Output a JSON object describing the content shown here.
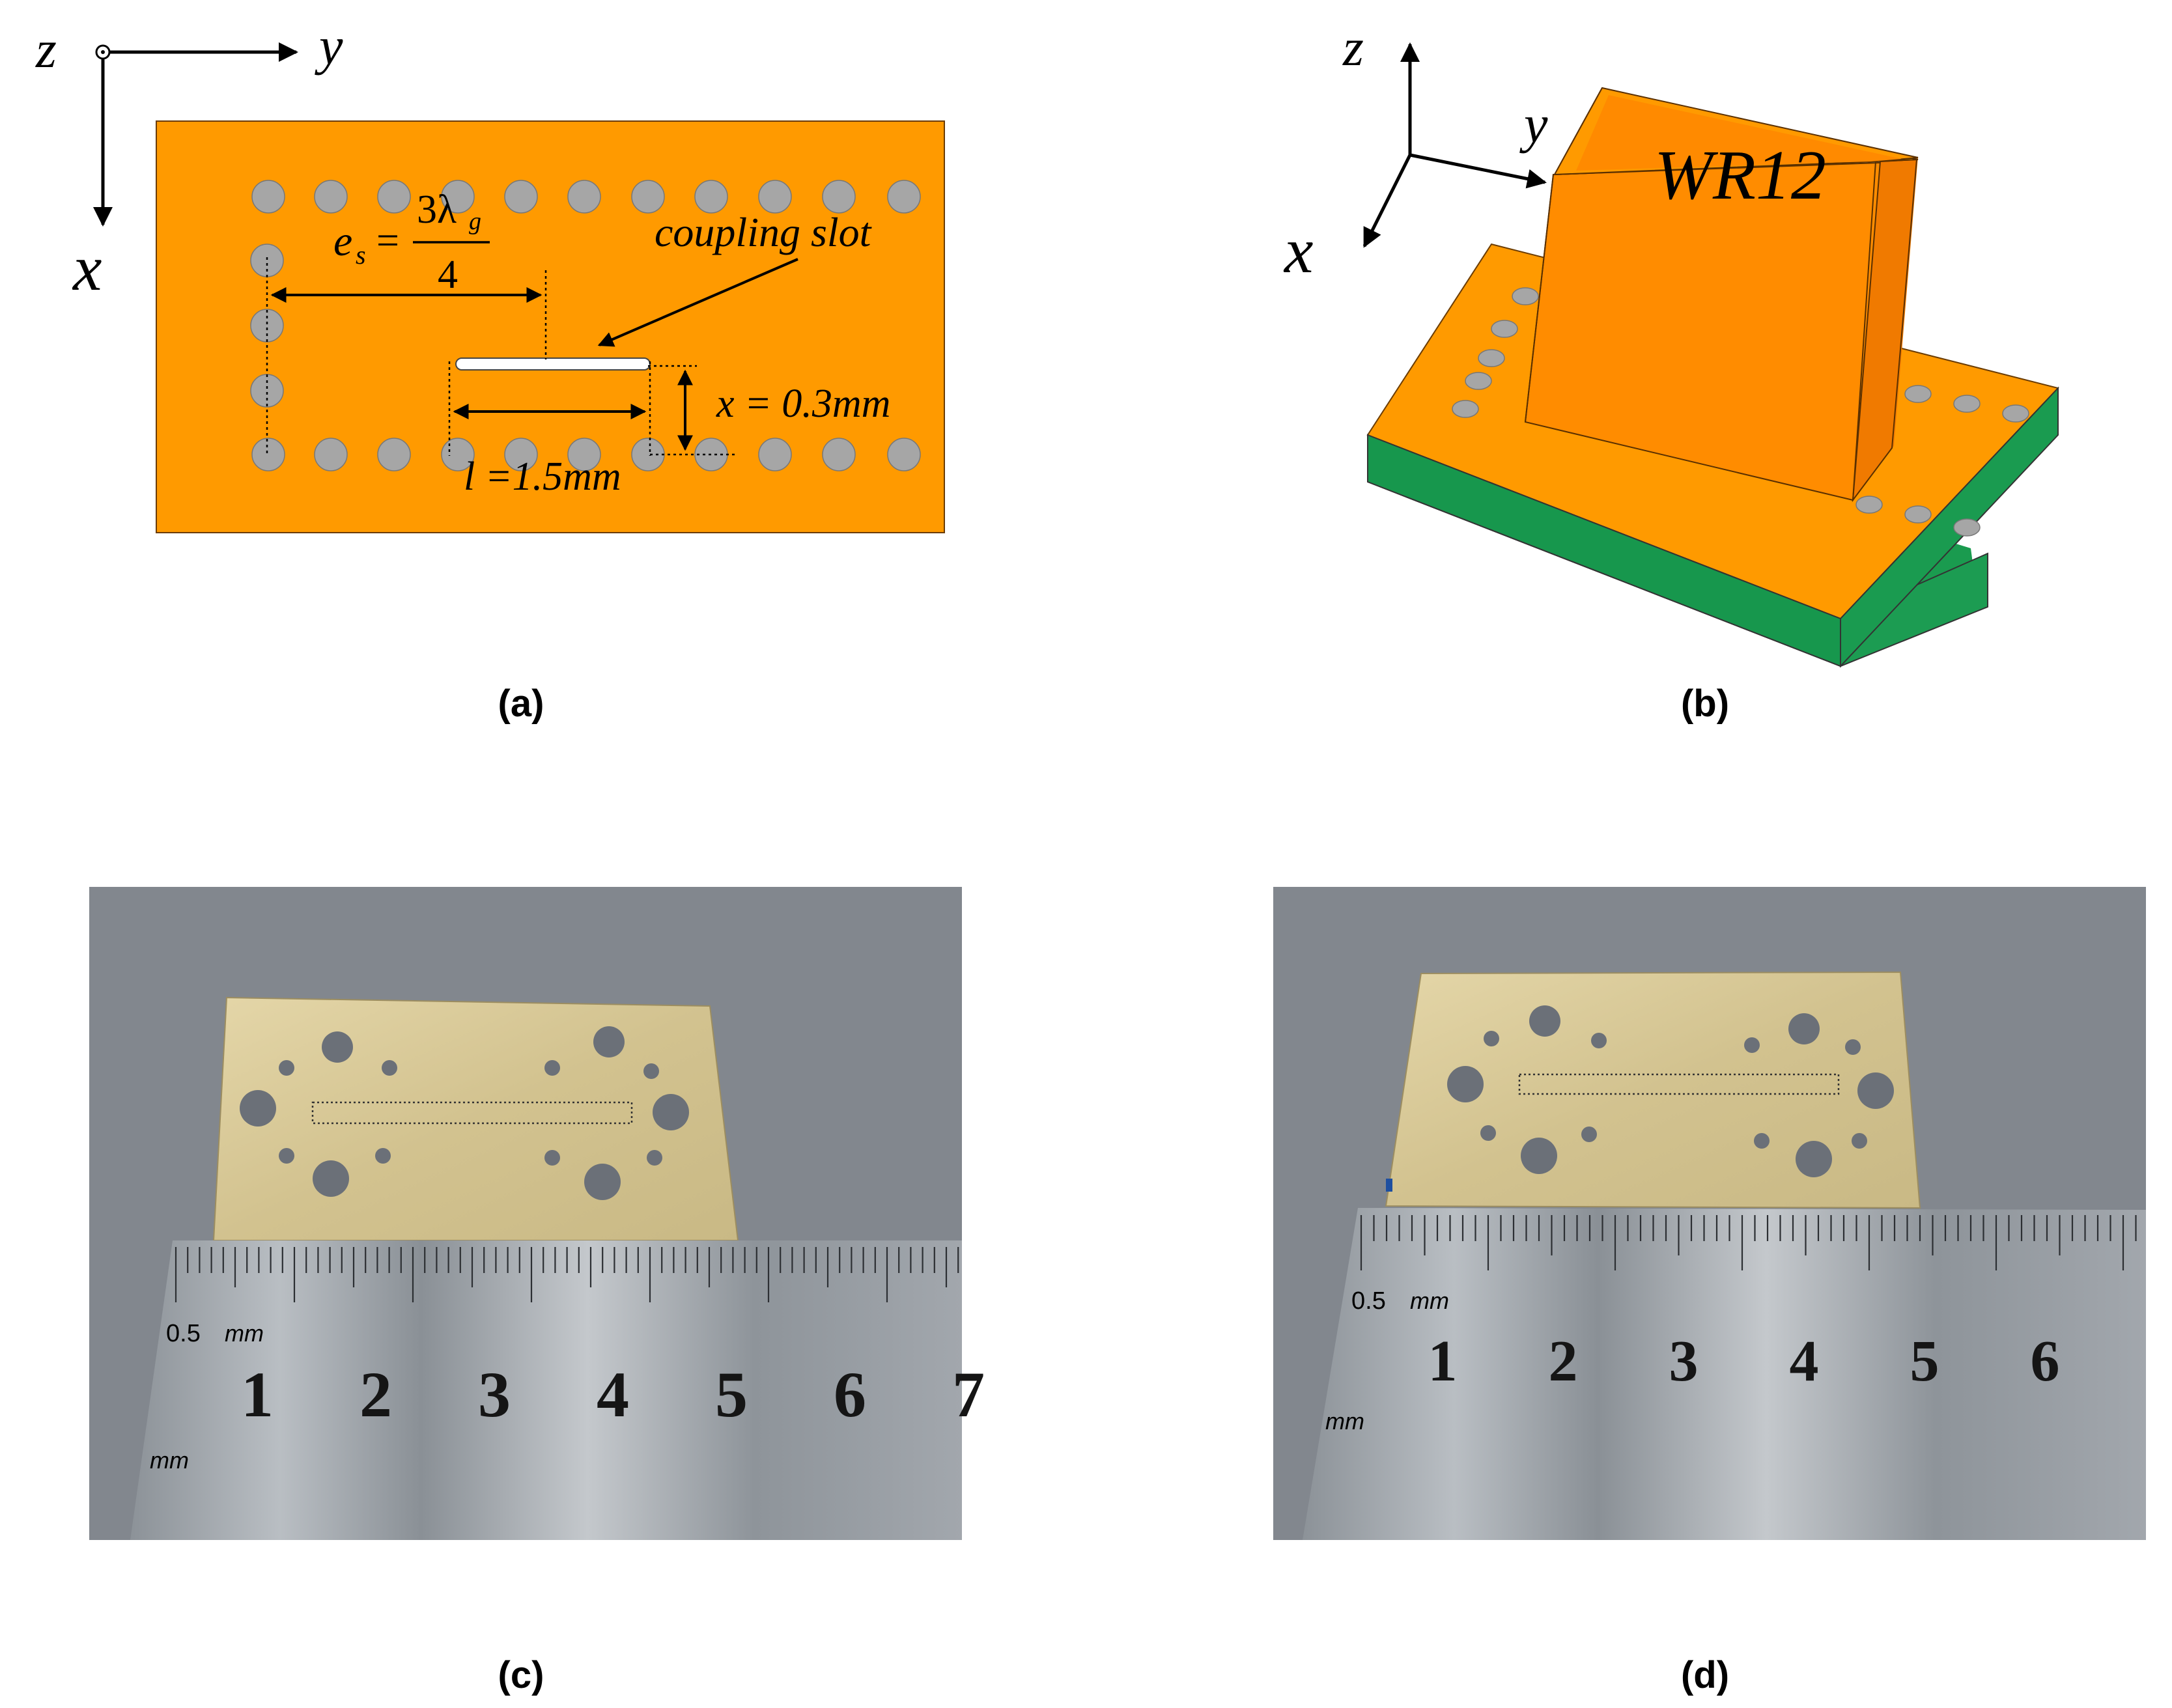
{
  "panels": {
    "a": {
      "caption": "(a)",
      "axes": {
        "z": "z",
        "y": "y",
        "x": "x"
      },
      "es_label": "e",
      "es_sub": "s",
      "es_eq": "=",
      "es_num": "3λ",
      "es_num_sub": "g",
      "es_den": "4",
      "coupling_label": "coupling slot",
      "x_dim": "x = 0.3mm",
      "l_dim": "l =1.5mm"
    },
    "b": {
      "caption": "(b)",
      "axes": {
        "z": "z",
        "y": "y",
        "x": "x"
      },
      "waveguide_label": "WR12"
    },
    "c": {
      "caption": "(c)",
      "ruler_small": "0.5",
      "ruler_mm_top": "mm",
      "ruler_mm_bottom": "mm",
      "ruler_numbers": [
        "1",
        "2",
        "3",
        "4",
        "5",
        "6",
        "7"
      ]
    },
    "d": {
      "caption": "(d)",
      "ruler_small": "0.5",
      "ruler_mm_top": "mm",
      "ruler_mm_bottom": "mm",
      "ruler_numbers": [
        "1",
        "2",
        "3",
        "4",
        "5",
        "6"
      ]
    }
  },
  "colors": {
    "copper_orange": "#FF9A00",
    "waveguide_orange": "#FF8C00",
    "substrate_green": "#1A9B4F",
    "via_gray": "#A6A6A6",
    "photo_background": "#7E838B",
    "plate_brass": "#D6C79A",
    "ruler_steel": "#9AA0A6"
  }
}
